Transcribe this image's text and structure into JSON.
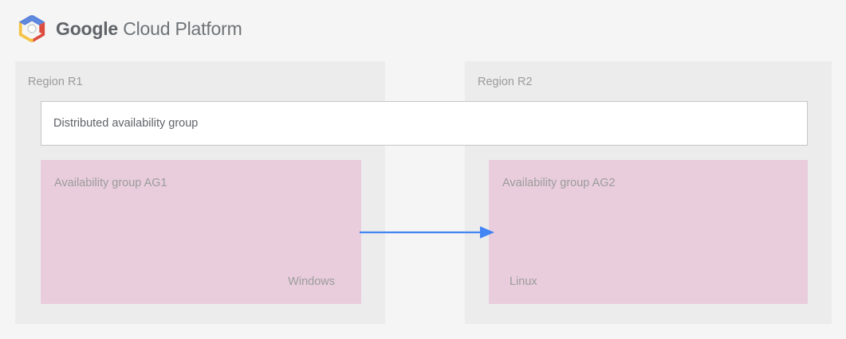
{
  "header": {
    "logo_icon": "google-cloud-platform-logo-icon",
    "brand_bold": "Google",
    "brand_regular": " Cloud Platform",
    "colors": {
      "logo_blue": "#5c85de",
      "logo_red": "#dd4b3e",
      "logo_yellow": "#f6c244",
      "logo_center": "#f1f1f1",
      "wordmark": "#5f6368",
      "page_background": "#f5f5f5"
    }
  },
  "diagram": {
    "regions": [
      {
        "id": "r1",
        "label": "Region R1",
        "availability_group": {
          "title": "Availability group AG1",
          "os_label": "Windows"
        }
      },
      {
        "id": "r2",
        "label": "Region R2",
        "availability_group": {
          "title": "Availability group AG2",
          "os_label": "Linux"
        }
      }
    ],
    "distributed_group": {
      "label": "Distributed availability group"
    },
    "connector": {
      "name": "replication-arrow",
      "direction": "left-to-right",
      "from": "Availability group AG1",
      "to": "Availability group AG2",
      "color": "#4285f4"
    },
    "colors": {
      "region_panel": "#ececec",
      "availability_group": "#e9cddd",
      "distributed_group_fill": "#ffffff",
      "distributed_group_border": "#c6c6c6",
      "muted_text": "#9b9b9b",
      "body_text": "#5f6368"
    }
  }
}
